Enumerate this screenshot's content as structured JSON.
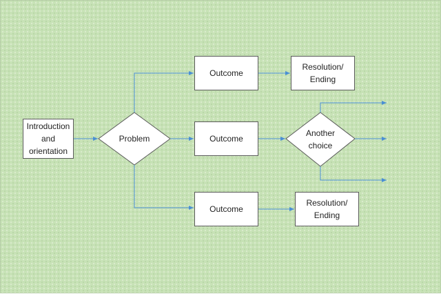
{
  "nodes": {
    "intro": {
      "label": "Introduction\nand\norientation"
    },
    "problem": {
      "label": "Problem"
    },
    "outcome_top": {
      "label": "Outcome"
    },
    "outcome_middle": {
      "label": "Outcome"
    },
    "outcome_bottom": {
      "label": "Outcome"
    },
    "resolution_top": {
      "label": "Resolution/\nEnding"
    },
    "resolution_bottom": {
      "label": "Resolution/\nEnding"
    },
    "another_choice": {
      "label": "Another\nchoice"
    }
  },
  "colors": {
    "background": "#c7e2b6",
    "connector": "#4a8fd4",
    "shape_border": "#5a5a5a",
    "shape_fill": "#ffffff"
  }
}
